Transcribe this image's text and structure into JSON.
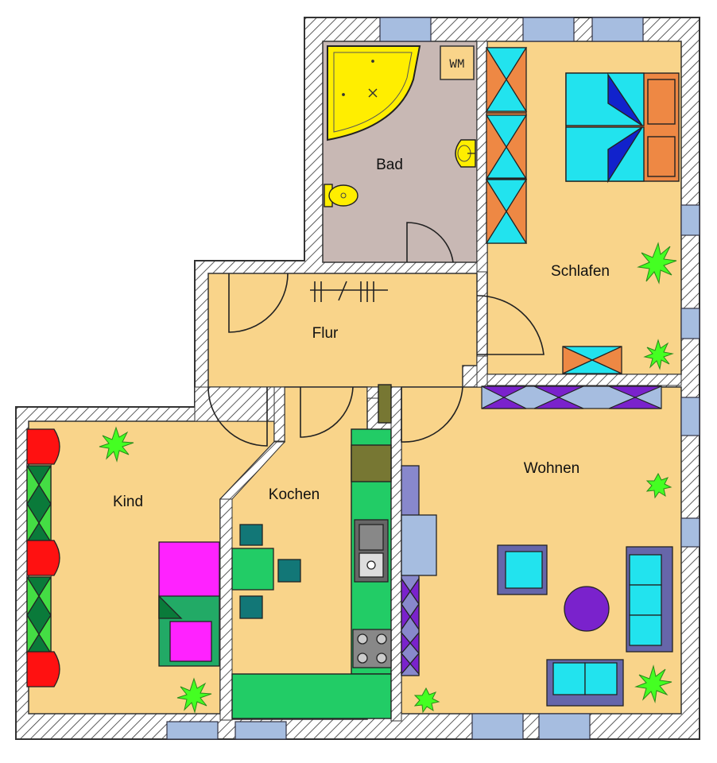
{
  "plan": {
    "rooms": {
      "bad": "Bad",
      "schlafen": "Schlafen",
      "flur": "Flur",
      "kind": "Kind",
      "kochen": "Kochen",
      "wohnen": "Wohnen"
    },
    "appliance_label": "WM",
    "colors": {
      "floor": "#f9d48a",
      "bathroom_floor": "#c8b8b4",
      "window": "#a6bde0",
      "counter": "#22cc66",
      "cyan": "#22e3ee",
      "orange": "#ee8844",
      "magenta": "#ff22ff",
      "purple": "#7a22cc",
      "plant": "#44ff22",
      "red": "#ff1111",
      "dark_green": "#0a7a3a",
      "teal": "#127777"
    }
  }
}
